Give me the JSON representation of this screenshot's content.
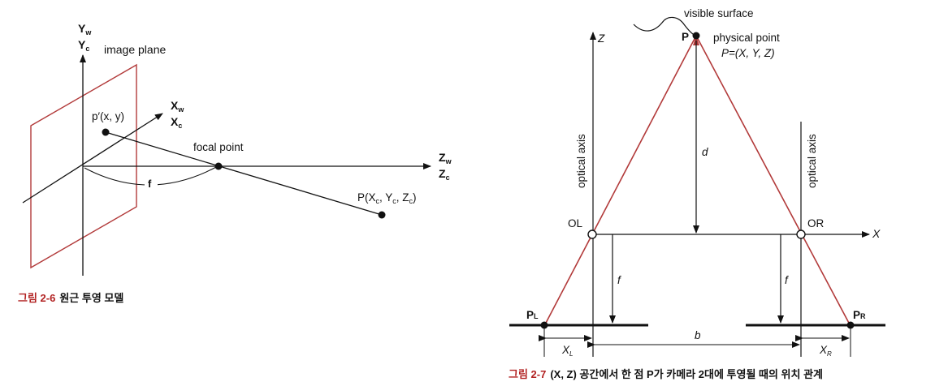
{
  "fig6": {
    "yw": "Y",
    "yw_sub": "w",
    "yc": "Y",
    "yc_sub": "c",
    "image_plane": "image plane",
    "xw": "X",
    "xw_sub": "w",
    "xc": "X",
    "xc_sub": "c",
    "p_prime": "p′(x, y)",
    "focal_point": "focal point",
    "zw": "Z",
    "zw_sub": "w",
    "zc": "Z",
    "zc_sub": "c",
    "f": "f",
    "P": "P(X",
    "P_tail": ", Y",
    "P_tail2": ", Z",
    "P_end": ")",
    "sub_c": "c",
    "caption_prefix": "그림 2-6",
    "caption_text": "원근 투영 모델"
  },
  "fig7": {
    "visible_surface": "visible surface",
    "P": "P",
    "physical_point": "physical point",
    "P_eq": "P=(X, Y, Z)",
    "Z": "Z",
    "X": "X",
    "optical_axis_left": "optical axis",
    "optical_axis_right": "optical axis",
    "d": "d",
    "OL": "OL",
    "OR": "OR",
    "f_left": "f",
    "f_right": "f",
    "PL": "P",
    "PL_sub": "L",
    "PR": "P",
    "PR_sub": "R",
    "b": "b",
    "XL": "X",
    "XL_sub": "L",
    "XR": "X",
    "XR_sub": "R",
    "caption_prefix": "그림 2-7",
    "caption_text": "(X, Z) 공간에서 한 점 P가 카메라 2대에 투영될 때의 위치 관계"
  },
  "colors": {
    "ray": "#b23a3a",
    "line": "#111111",
    "caption_accent": "#b22222"
  }
}
